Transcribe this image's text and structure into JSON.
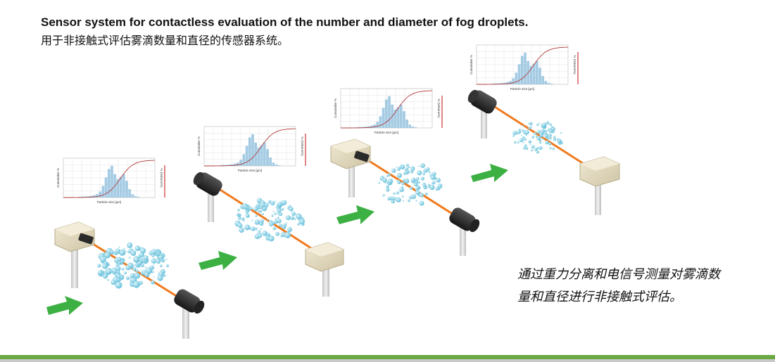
{
  "header": {
    "title": "Sensor system for contactless evaluation of the number and diameter of fog droplets.",
    "subtitle": "用于非接触式评估雾滴数量和直径的传感器系统。"
  },
  "caption": {
    "line1": "通过重力分离和电信号测量对雾滴数",
    "line2": "量和直径进行非接触式评估。"
  },
  "chart_panel": {
    "xlabel": "Particle size [µm]",
    "ylabel_left": "Cumulative %",
    "ylabel_right": "% (Volume%)"
  },
  "colors": {
    "arrow": "#3cb043",
    "laser": "#f07a1e",
    "droplet": "#6fc8e0",
    "emitter_body": "#e5dcc2",
    "detector_body": "#2b2b2b",
    "post": "#d4d4d4",
    "bottom_bar": "#6aa844",
    "cumulative_curve": "#b23a3a",
    "histogram": "#7fb6d9"
  }
}
